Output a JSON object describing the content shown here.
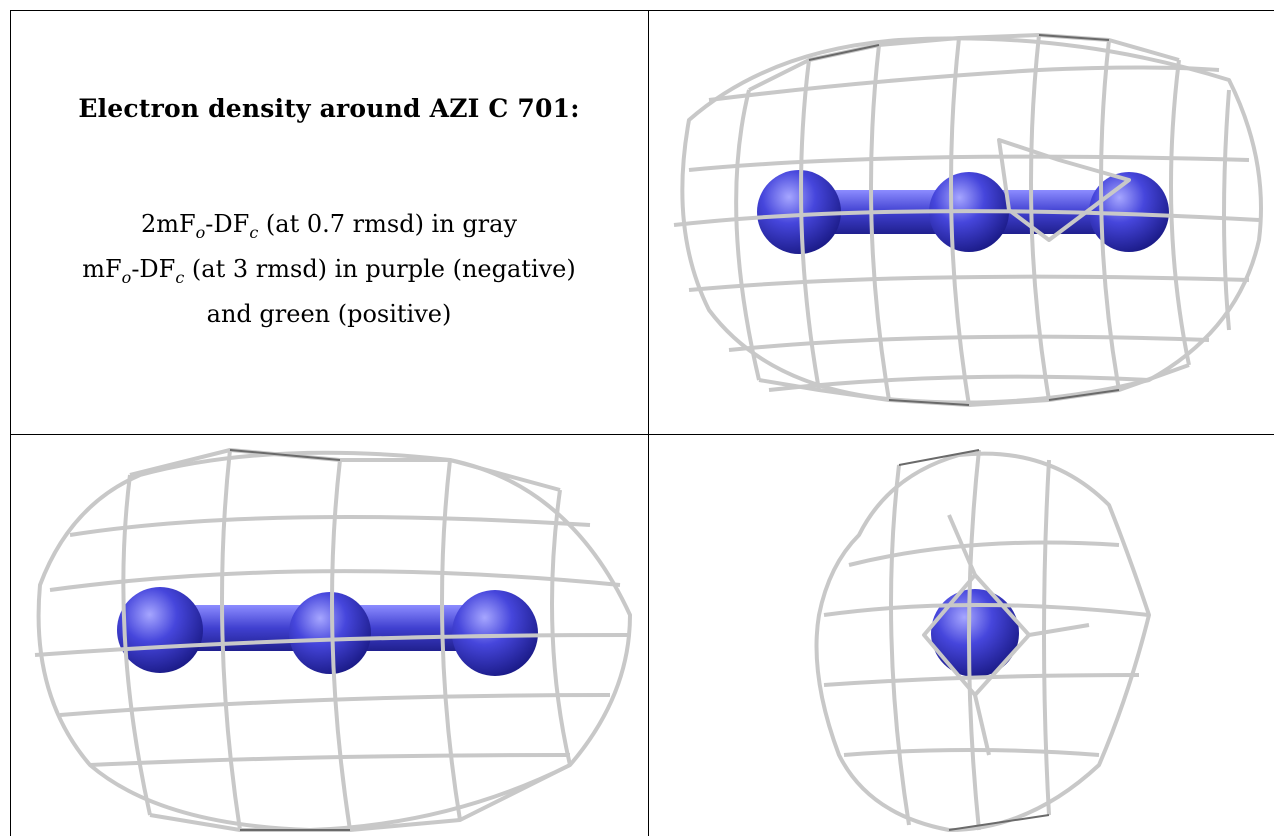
{
  "caption": {
    "title": "Electron density around AZI C 701:",
    "line1_prefix": "2mF",
    "line1_sub_o": "o",
    "line1_mid": "-DF",
    "line1_sub_c": "c",
    "line1_suffix": " (at 0.7 rmsd) in gray",
    "line2_prefix": "mF",
    "line2_sub_o": "o",
    "line2_mid": "-DF",
    "line2_sub_c": "c",
    "line2_suffix": " (at 3 rmsd) in purple (negative)",
    "line3": "and green (positive)"
  },
  "colors": {
    "mesh": "#c8c8c8",
    "mesh_shadow": "#6a6a6a",
    "atom": "#3b3bd6",
    "atom_highlight": "#9a9aff",
    "rule": "#000000"
  },
  "views": [
    {
      "name": "view-side-1",
      "atoms": 3
    },
    {
      "name": "view-side-2",
      "atoms": 3
    },
    {
      "name": "view-end-on",
      "atoms": 1
    }
  ]
}
